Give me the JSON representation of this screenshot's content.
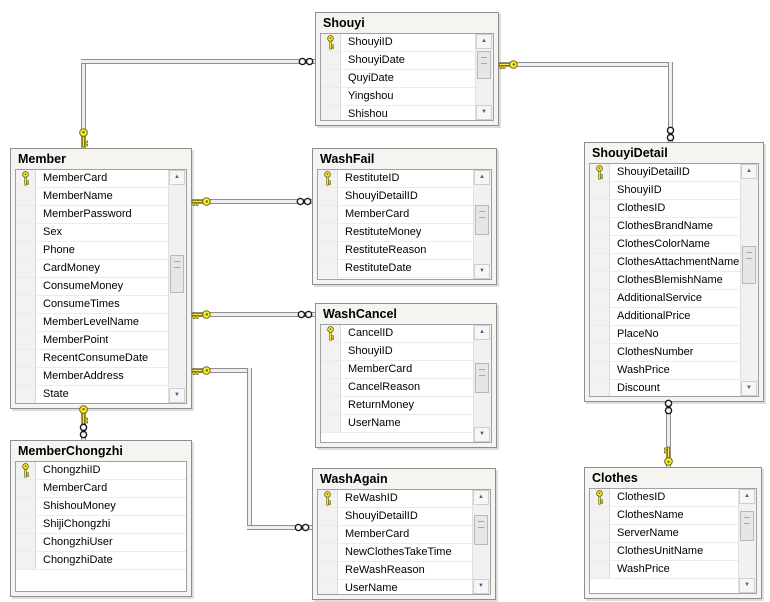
{
  "diagram": {
    "tables": [
      {
        "name": "Shouyi",
        "fields": [
          {
            "name": "ShouyiID",
            "pk": true
          },
          {
            "name": "ShouyiDate"
          },
          {
            "name": "QuyiDate"
          },
          {
            "name": "Yingshou"
          },
          {
            "name": "Shishou"
          }
        ]
      },
      {
        "name": "Member",
        "fields": [
          {
            "name": "MemberCard",
            "pk": true
          },
          {
            "name": "MemberName"
          },
          {
            "name": "MemberPassword"
          },
          {
            "name": "Sex"
          },
          {
            "name": "Phone"
          },
          {
            "name": "CardMoney"
          },
          {
            "name": "ConsumeMoney"
          },
          {
            "name": "ConsumeTimes"
          },
          {
            "name": "MemberLevelName"
          },
          {
            "name": "MemberPoint"
          },
          {
            "name": "RecentConsumeDate"
          },
          {
            "name": "MemberAddress"
          },
          {
            "name": "State"
          }
        ]
      },
      {
        "name": "WashFail",
        "fields": [
          {
            "name": "RestituteID",
            "pk": true
          },
          {
            "name": "ShouyiDetailID"
          },
          {
            "name": "MemberCard"
          },
          {
            "name": "RestituteMoney"
          },
          {
            "name": "RestituteReason"
          },
          {
            "name": "RestituteDate"
          }
        ]
      },
      {
        "name": "WashCancel",
        "fields": [
          {
            "name": "CancelID",
            "pk": true
          },
          {
            "name": "ShouyiID"
          },
          {
            "name": "MemberCard"
          },
          {
            "name": "CancelReason"
          },
          {
            "name": "ReturnMoney"
          },
          {
            "name": "UserName"
          }
        ]
      },
      {
        "name": "WashAgain",
        "fields": [
          {
            "name": "ReWashID",
            "pk": true
          },
          {
            "name": "ShouyiDetailID"
          },
          {
            "name": "MemberCard"
          },
          {
            "name": "NewClothesTakeTime"
          },
          {
            "name": "ReWashReason"
          },
          {
            "name": "UserName"
          }
        ]
      },
      {
        "name": "MemberChongzhi",
        "fields": [
          {
            "name": "ChongzhiID",
            "pk": true
          },
          {
            "name": "MemberCard"
          },
          {
            "name": "ShishouMoney"
          },
          {
            "name": "ShijiChongzhi"
          },
          {
            "name": "ChongzhiUser"
          },
          {
            "name": "ChongzhiDate"
          }
        ]
      },
      {
        "name": "ShouyiDetail",
        "fields": [
          {
            "name": "ShouyiDetailID",
            "pk": true
          },
          {
            "name": "ShouyiID"
          },
          {
            "name": "ClothesID"
          },
          {
            "name": "ClothesBrandName"
          },
          {
            "name": "ClothesColorName"
          },
          {
            "name": "ClothesAttachmentName"
          },
          {
            "name": "ClothesBlemishName"
          },
          {
            "name": "AdditionalService"
          },
          {
            "name": "AdditionalPrice"
          },
          {
            "name": "PlaceNo"
          },
          {
            "name": "ClothesNumber"
          },
          {
            "name": "WashPrice"
          },
          {
            "name": "Discount"
          }
        ]
      },
      {
        "name": "Clothes",
        "fields": [
          {
            "name": "ClothesID",
            "pk": true
          },
          {
            "name": "ClothesName"
          },
          {
            "name": "ServerName"
          },
          {
            "name": "ClothesUnitName"
          },
          {
            "name": "WashPrice"
          }
        ]
      }
    ],
    "relations": [
      {
        "one": "Member",
        "many": "Shouyi"
      },
      {
        "one": "Shouyi",
        "many": "ShouyiDetail"
      },
      {
        "one": "Member",
        "many": "WashFail"
      },
      {
        "one": "Member",
        "many": "WashCancel"
      },
      {
        "one": "Member",
        "many": "WashAgain"
      },
      {
        "one": "Member",
        "many": "MemberChongzhi"
      },
      {
        "one": "Clothes",
        "many": "ShouyiDetail"
      }
    ],
    "colors": {
      "key_yellow": "#ffe83a",
      "key_outline": "#6b6b00",
      "line_gray": "#8f8f8f",
      "table_bg": "#f5f4f0",
      "grid_bg": "#ffffff"
    }
  }
}
